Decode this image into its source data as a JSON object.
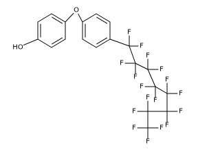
{
  "structure": {
    "hydroxyl_label": "HO",
    "ether_oxygen_label": "O",
    "fluorine_label": "F",
    "fluorine_count": 17,
    "colors": {
      "bond": "#000000",
      "text": "#000000",
      "background": "#ffffff"
    }
  }
}
